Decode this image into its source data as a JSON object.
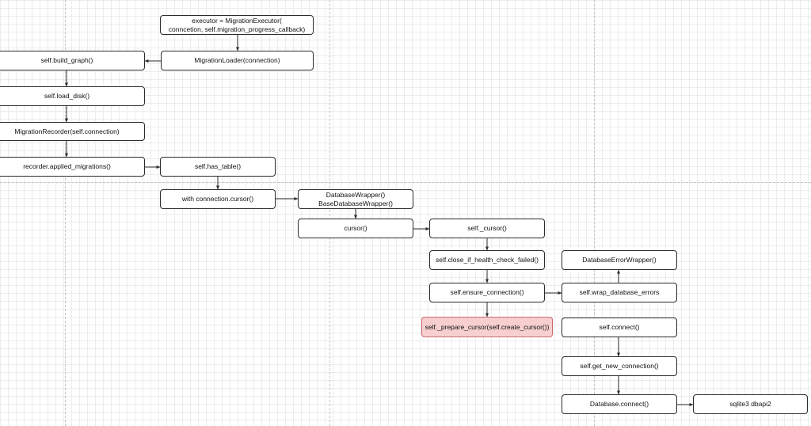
{
  "diagram": {
    "colors": {
      "line": "#2b2b2b",
      "highlight_fill": "#f7cfcf",
      "highlight_border": "#c96a6a"
    },
    "nodes": {
      "executor": "executor = MigrationExecutor(\nconncetion, self.migration_progress_callback)",
      "migration_loader": "MigrationLoader(connection)",
      "build_graph": "self.build_graph()",
      "load_disk": "self.load_disk()",
      "migration_recorder": "MigrationRecorder(self.connection)",
      "applied_migrations": "recorder.applied_migrations()",
      "has_table": "self.has_table()",
      "with_cursor": "with connection.cursor()",
      "database_wrapper": "DatabaseWrapper()\nBaseDatabaseWrapper()",
      "cursor": "cursor()",
      "self_cursor": "self._cursor()",
      "close_if_health": "self.close_if_health_check_failed()",
      "ensure_connection": "self.ensure_connection()",
      "prepare_cursor": "self._prepare_cursor(self.create_cursor())",
      "error_wrapper": "DatabaseErrorWrapper()",
      "wrap_errors": "self.wrap_database_errors",
      "connect": "self.connect()",
      "get_new_connection": "self.get_new_connection()",
      "database_connect": "Database.connect()",
      "sqlite3": "sqlite3 dbapi2"
    }
  }
}
